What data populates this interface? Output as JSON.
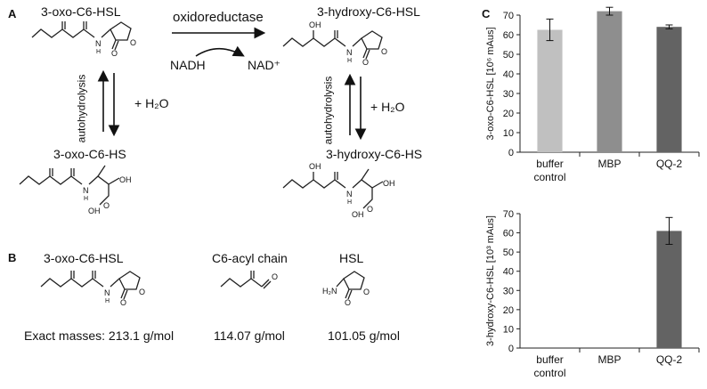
{
  "panels": {
    "a": "A",
    "b": "B",
    "c": "C"
  },
  "scheme": {
    "compound_top_left": "3-oxo-C6-HSL",
    "compound_top_right": "3-hydroxy-C6-HSL",
    "compound_bottom_left": "3-oxo-C6-HS",
    "compound_bottom_right": "3-hydroxy-C6-HS",
    "enzyme": "oxidoreductase",
    "cofactor_in": "NADH",
    "cofactor_out": "NAD⁺",
    "side_label_left": "autohydrolysis",
    "side_label_right": "autohydrolysis",
    "water_left": "+ H₂O",
    "water_right": "+ H₂O",
    "atoms": {
      "nh": "H",
      "n": "N",
      "o": "O",
      "oh": "OH",
      "h2n": "H₂N"
    }
  },
  "masses": {
    "compound_1": "3-oxo-C6-HSL",
    "compound_2": "C6-acyl chain",
    "compound_3": "HSL",
    "mass_1": "Exact masses: 213.1 g/mol",
    "mass_2": "114.07 g/mol",
    "mass_3": "101.05 g/mol"
  },
  "chart_data": [
    {
      "type": "bar",
      "ylabel": "3-oxo-C6-HSL [10⁶ mAus]",
      "ylim": [
        0,
        70
      ],
      "yticks": [
        0,
        10,
        20,
        30,
        40,
        50,
        60,
        70
      ],
      "categories": [
        [
          "buffer",
          "control"
        ],
        [
          "MBP"
        ],
        [
          "QQ-2"
        ]
      ],
      "values": [
        62.5,
        72,
        64
      ],
      "errors": [
        5.5,
        2,
        1
      ],
      "colors": [
        "#c0c0c0",
        "#8e8e8e",
        "#636363"
      ]
    },
    {
      "type": "bar",
      "ylabel": "3-hydroxy-C6-HSL [10³ mAus]",
      "ylim": [
        0,
        70
      ],
      "yticks": [
        0,
        10,
        20,
        30,
        40,
        50,
        60,
        70
      ],
      "categories": [
        [
          "buffer",
          "control"
        ],
        [
          "MBP"
        ],
        [
          "QQ-2"
        ]
      ],
      "values": [
        0,
        0,
        61
      ],
      "errors": [
        0,
        0,
        7
      ],
      "colors": [
        "#c0c0c0",
        "#8e8e8e",
        "#636363"
      ]
    }
  ]
}
